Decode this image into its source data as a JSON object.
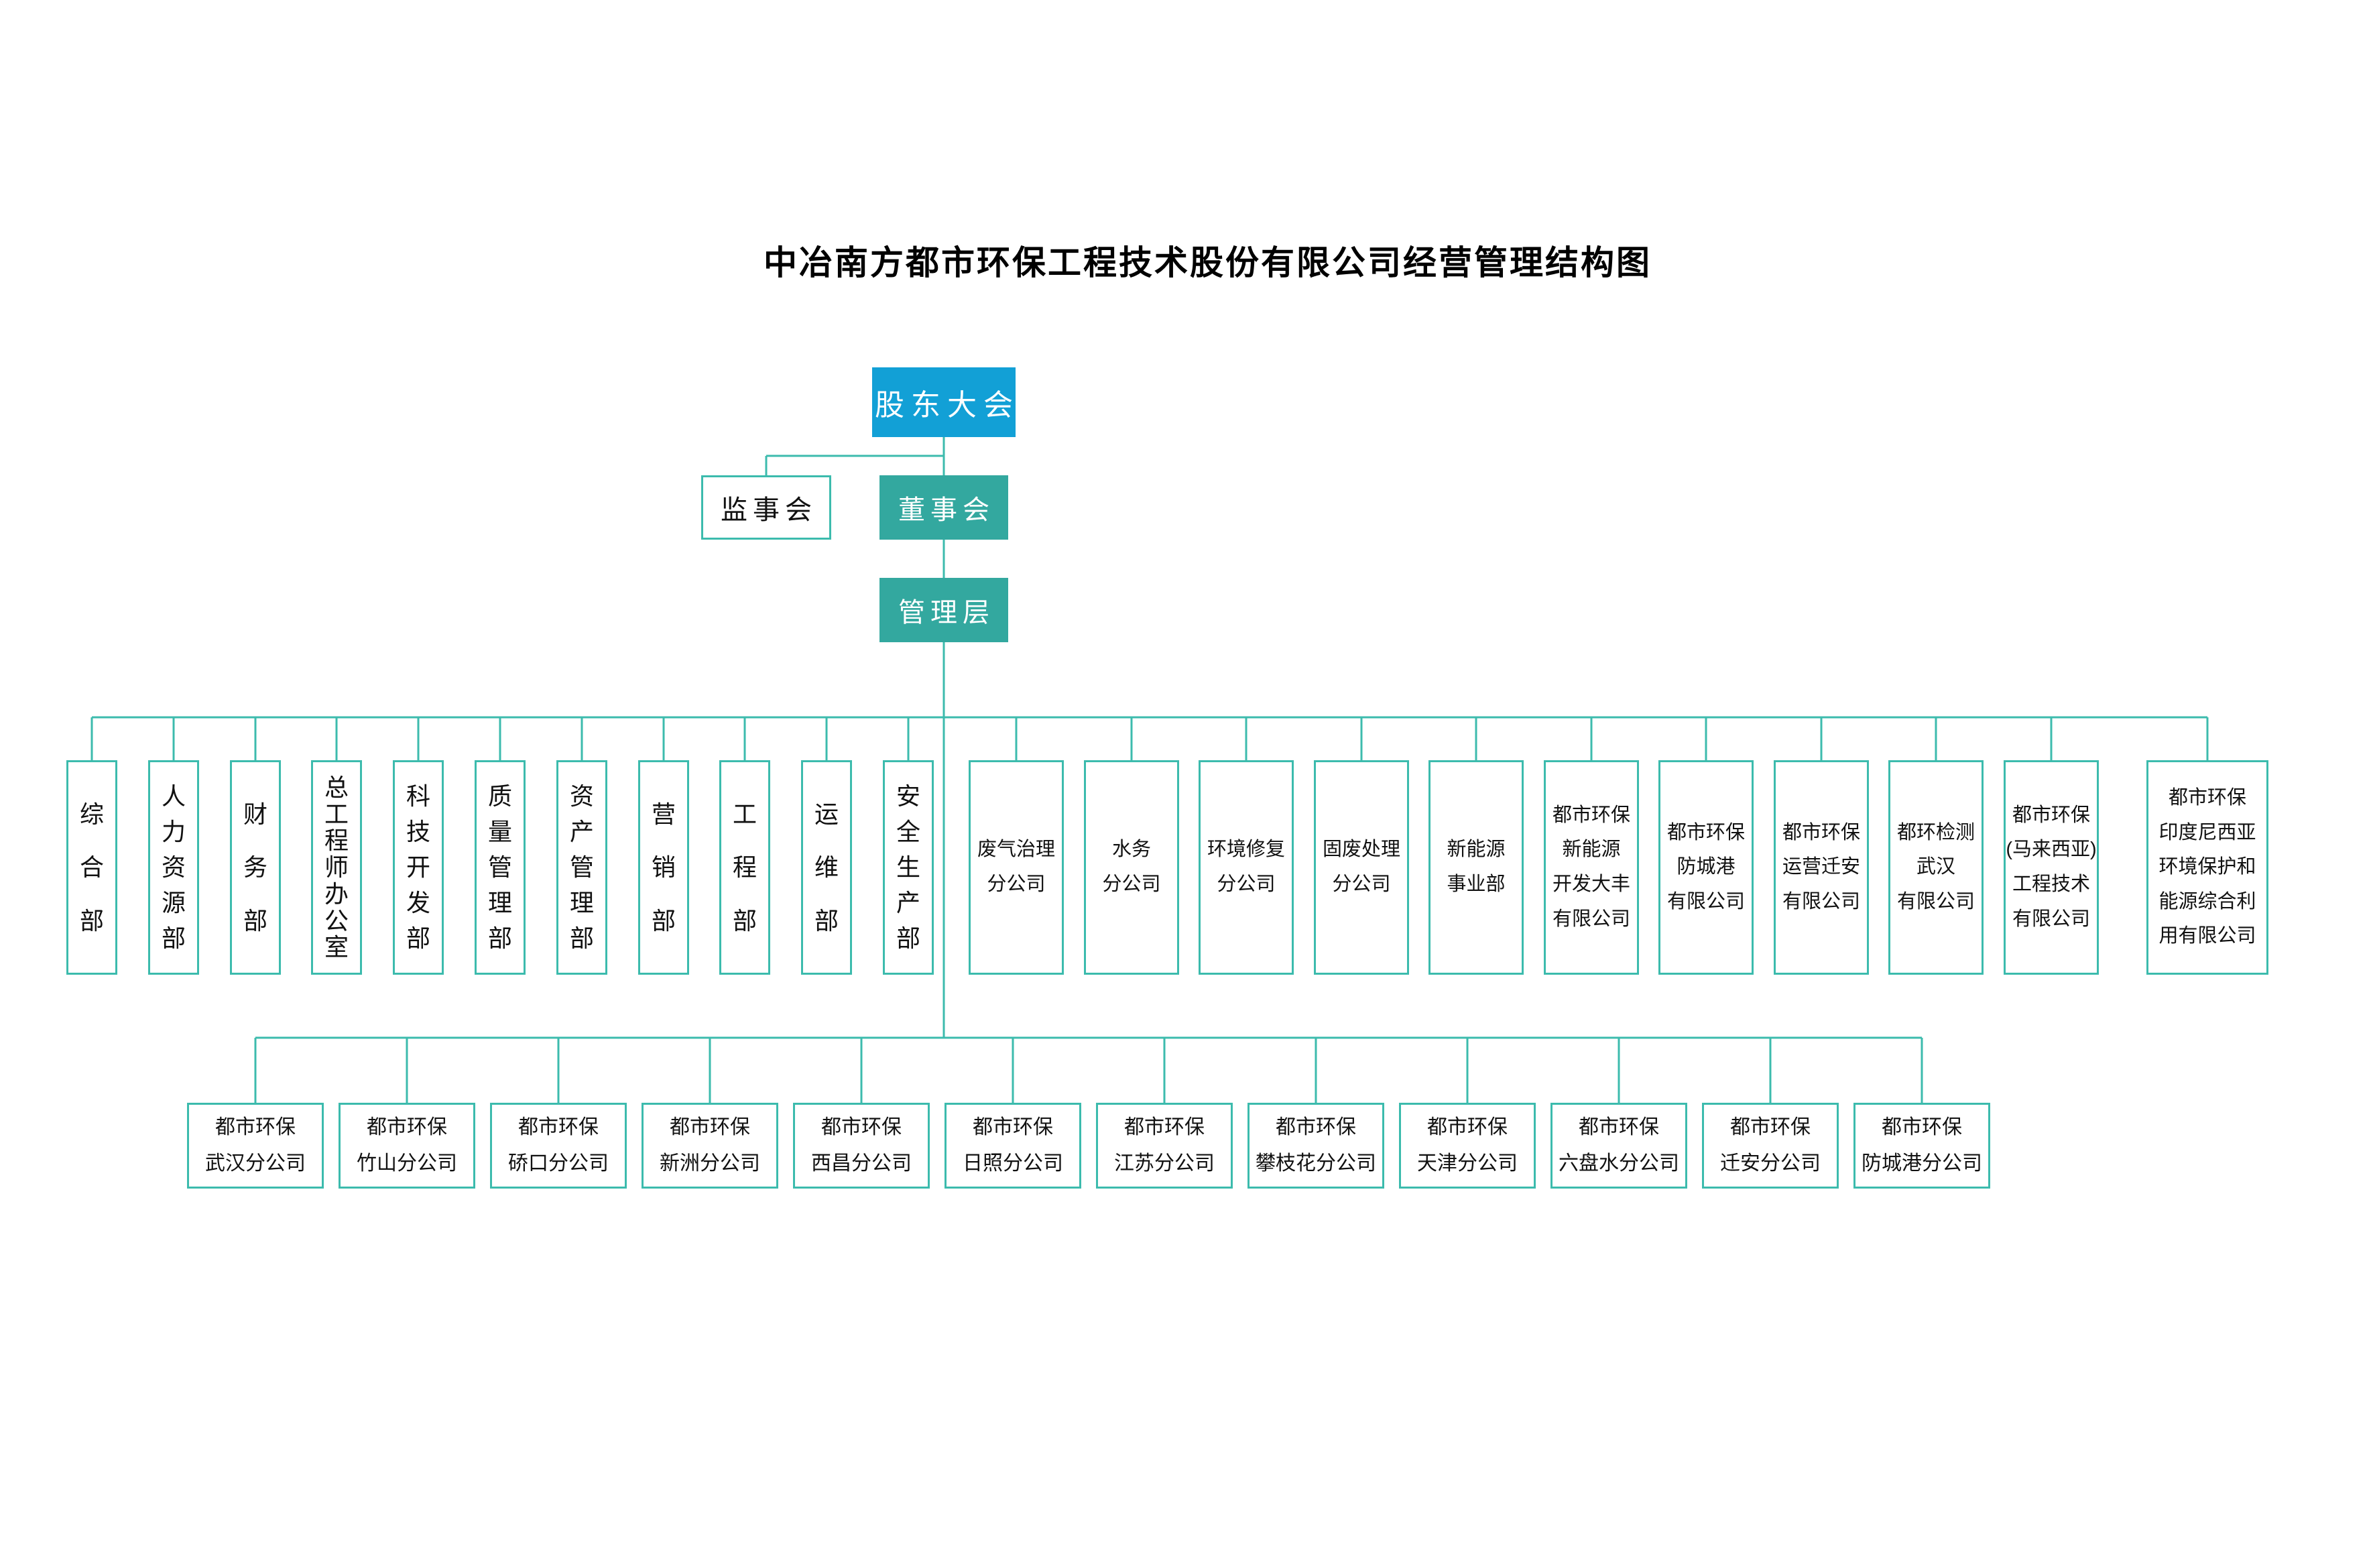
{
  "title": "中冶南方都市环保工程技术股份有限公司经营管理结构图",
  "colors": {
    "blue": "#12A0D6",
    "teal": "#33A89F",
    "line": "#3CBBAD",
    "text": "#111111"
  },
  "top_nodes": {
    "shareholders": {
      "label": "股东大会"
    },
    "supervisory": {
      "label": "监事会"
    },
    "board": {
      "label": "董事会"
    },
    "management": {
      "label": "管理层"
    }
  },
  "departments": [
    {
      "label": "综合部"
    },
    {
      "label": "人力资源部"
    },
    {
      "label": "财务部"
    },
    {
      "label": "总工程师办公室"
    },
    {
      "label": "科技开发部"
    },
    {
      "label": "质量管理部"
    },
    {
      "label": "资产管理部"
    },
    {
      "label": "营销部"
    },
    {
      "label": "工程部"
    },
    {
      "label": "运维部"
    },
    {
      "label": "安全生产部"
    }
  ],
  "companies": [
    {
      "label": "废气治理分公司",
      "lines": [
        "废气治理",
        "分公司"
      ]
    },
    {
      "label": "水务分公司",
      "lines": [
        "水务",
        "分公司"
      ]
    },
    {
      "label": "环境修复分公司",
      "lines": [
        "环境修复",
        "分公司"
      ]
    },
    {
      "label": "固废处理分公司",
      "lines": [
        "固废处理",
        "分公司"
      ]
    },
    {
      "label": "新能源事业部",
      "lines": [
        "新能源",
        "事业部"
      ]
    },
    {
      "label": "都市环保新能源开发大丰有限公司",
      "lines": [
        "都市环保",
        "新能源",
        "开发大丰",
        "有限公司"
      ]
    },
    {
      "label": "都市环保防城港有限公司",
      "lines": [
        "都市环保",
        "防城港",
        "有限公司"
      ]
    },
    {
      "label": "都市环保运营迁安有限公司",
      "lines": [
        "都市环保",
        "运营迁安",
        "有限公司"
      ]
    },
    {
      "label": "都环检测武汉有限公司",
      "lines": [
        "都环检测",
        "武汉",
        "有限公司"
      ]
    },
    {
      "label": "都市环保(马来西亚)工程技术有限公司",
      "lines": [
        "都市环保",
        "(马来西亚)",
        "工程技术",
        "有限公司"
      ]
    },
    {
      "label": "都市环保印度尼西亚环境保护和能源综合利用有限公司",
      "lines": [
        "都市环保",
        "印度尼西亚",
        "环境保护和",
        "能源综合利",
        "用有限公司"
      ]
    }
  ],
  "branches": [
    {
      "label": "都市环保武汉分公司",
      "lines": [
        "都市环保",
        "武汉分公司"
      ]
    },
    {
      "label": "都市环保竹山分公司",
      "lines": [
        "都市环保",
        "竹山分公司"
      ]
    },
    {
      "label": "都市环保硚口分公司",
      "lines": [
        "都市环保",
        "硚口分公司"
      ]
    },
    {
      "label": "都市环保新洲分公司",
      "lines": [
        "都市环保",
        "新洲分公司"
      ]
    },
    {
      "label": "都市环保西昌分公司",
      "lines": [
        "都市环保",
        "西昌分公司"
      ]
    },
    {
      "label": "都市环保日照分公司",
      "lines": [
        "都市环保",
        "日照分公司"
      ]
    },
    {
      "label": "都市环保江苏分公司",
      "lines": [
        "都市环保",
        "江苏分公司"
      ]
    },
    {
      "label": "都市环保攀枝花分公司",
      "lines": [
        "都市环保",
        "攀枝花分公司"
      ]
    },
    {
      "label": "都市环保天津分公司",
      "lines": [
        "都市环保",
        "天津分公司"
      ]
    },
    {
      "label": "都市环保六盘水分公司",
      "lines": [
        "都市环保",
        "六盘水分公司"
      ]
    },
    {
      "label": "都市环保迁安分公司",
      "lines": [
        "都市环保",
        "迁安分公司"
      ]
    },
    {
      "label": "都市环保防城港分公司",
      "lines": [
        "都市环保",
        "防城港分公司"
      ]
    }
  ]
}
